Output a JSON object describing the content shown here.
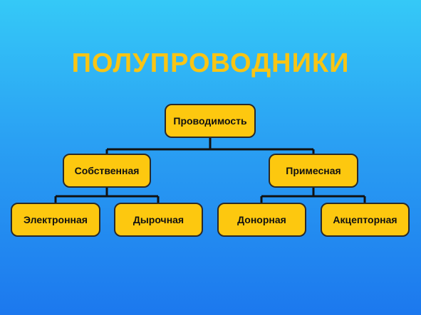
{
  "title": "ПОЛУПРОВОДНИКИ",
  "colors": {
    "node_fill": "#fdc80f",
    "title": "#f9c514",
    "line": "#111111"
  },
  "tree": {
    "root": "Проводимость",
    "level1": [
      "Собственная",
      "Примесная"
    ],
    "level2": [
      "Электронная",
      "Дырочная",
      "Донорная",
      "Акцепторная"
    ]
  }
}
